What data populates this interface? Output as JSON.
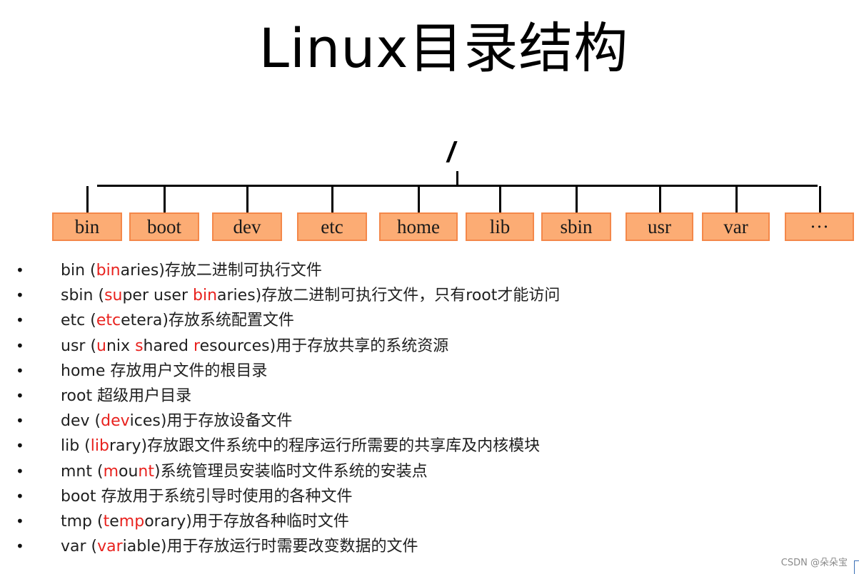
{
  "title": "Linux目录结构",
  "tree": {
    "root": "/",
    "dirs": [
      "bin",
      "boot",
      "dev",
      "etc",
      "home",
      "lib",
      "sbin",
      "usr",
      "var",
      "···"
    ]
  },
  "list": [
    {
      "parts": [
        {
          "t": "bin  ("
        },
        {
          "t": "bin",
          "hl": true
        },
        {
          "t": "aries)存放二进制可执行文件"
        }
      ]
    },
    {
      "parts": [
        {
          "t": "sbin  ("
        },
        {
          "t": "su",
          "hl": true
        },
        {
          "t": "per user "
        },
        {
          "t": "bin",
          "hl": true
        },
        {
          "t": "aries)存放二进制可执行文件，只有root才能访问"
        }
      ]
    },
    {
      "parts": [
        {
          "t": "etc ("
        },
        {
          "t": "etc",
          "hl": true
        },
        {
          "t": "etera)存放系统配置文件"
        }
      ]
    },
    {
      "parts": [
        {
          "t": "usr  ("
        },
        {
          "t": "u",
          "hl": true
        },
        {
          "t": "nix "
        },
        {
          "t": "s",
          "hl": true
        },
        {
          "t": "hared "
        },
        {
          "t": "r",
          "hl": true
        },
        {
          "t": "esources)用于存放共享的系统资源"
        }
      ]
    },
    {
      "parts": [
        {
          "t": "home 存放用户文件的根目录"
        }
      ]
    },
    {
      "parts": [
        {
          "t": "root  超级用户目录"
        }
      ]
    },
    {
      "parts": [
        {
          "t": "dev ("
        },
        {
          "t": "dev",
          "hl": true
        },
        {
          "t": "ices)用于存放设备文件"
        }
      ]
    },
    {
      "parts": [
        {
          "t": "lib  ("
        },
        {
          "t": "lib",
          "hl": true
        },
        {
          "t": "rary)存放跟文件系统中的程序运行所需要的共享库及内核模块"
        }
      ]
    },
    {
      "parts": [
        {
          "t": "mnt  ("
        },
        {
          "t": "m",
          "hl": true
        },
        {
          "t": "ou"
        },
        {
          "t": "nt",
          "hl": true
        },
        {
          "t": ")系统管理员安装临时文件系统的安装点"
        }
      ]
    },
    {
      "parts": [
        {
          "t": "boot 存放用于系统引导时使用的各种文件"
        }
      ]
    },
    {
      "parts": [
        {
          "t": "tmp  ("
        },
        {
          "t": "t",
          "hl": true
        },
        {
          "t": "e"
        },
        {
          "t": "m",
          "hl": true
        },
        {
          "t": ""
        },
        {
          "t": "p",
          "hl": true
        },
        {
          "t": "orary)用于存放各种临时文件"
        }
      ]
    },
    {
      "parts": [
        {
          "t": "var  ("
        },
        {
          "t": "var",
          "hl": true
        },
        {
          "t": "iable)用于存放运行时需要改变数据的文件"
        }
      ]
    }
  ],
  "watermark": "CSDN @朵朵宝",
  "colors": {
    "box_fill": "#fcac74",
    "box_border": "#f4884a",
    "highlight": "#e8221e"
  }
}
